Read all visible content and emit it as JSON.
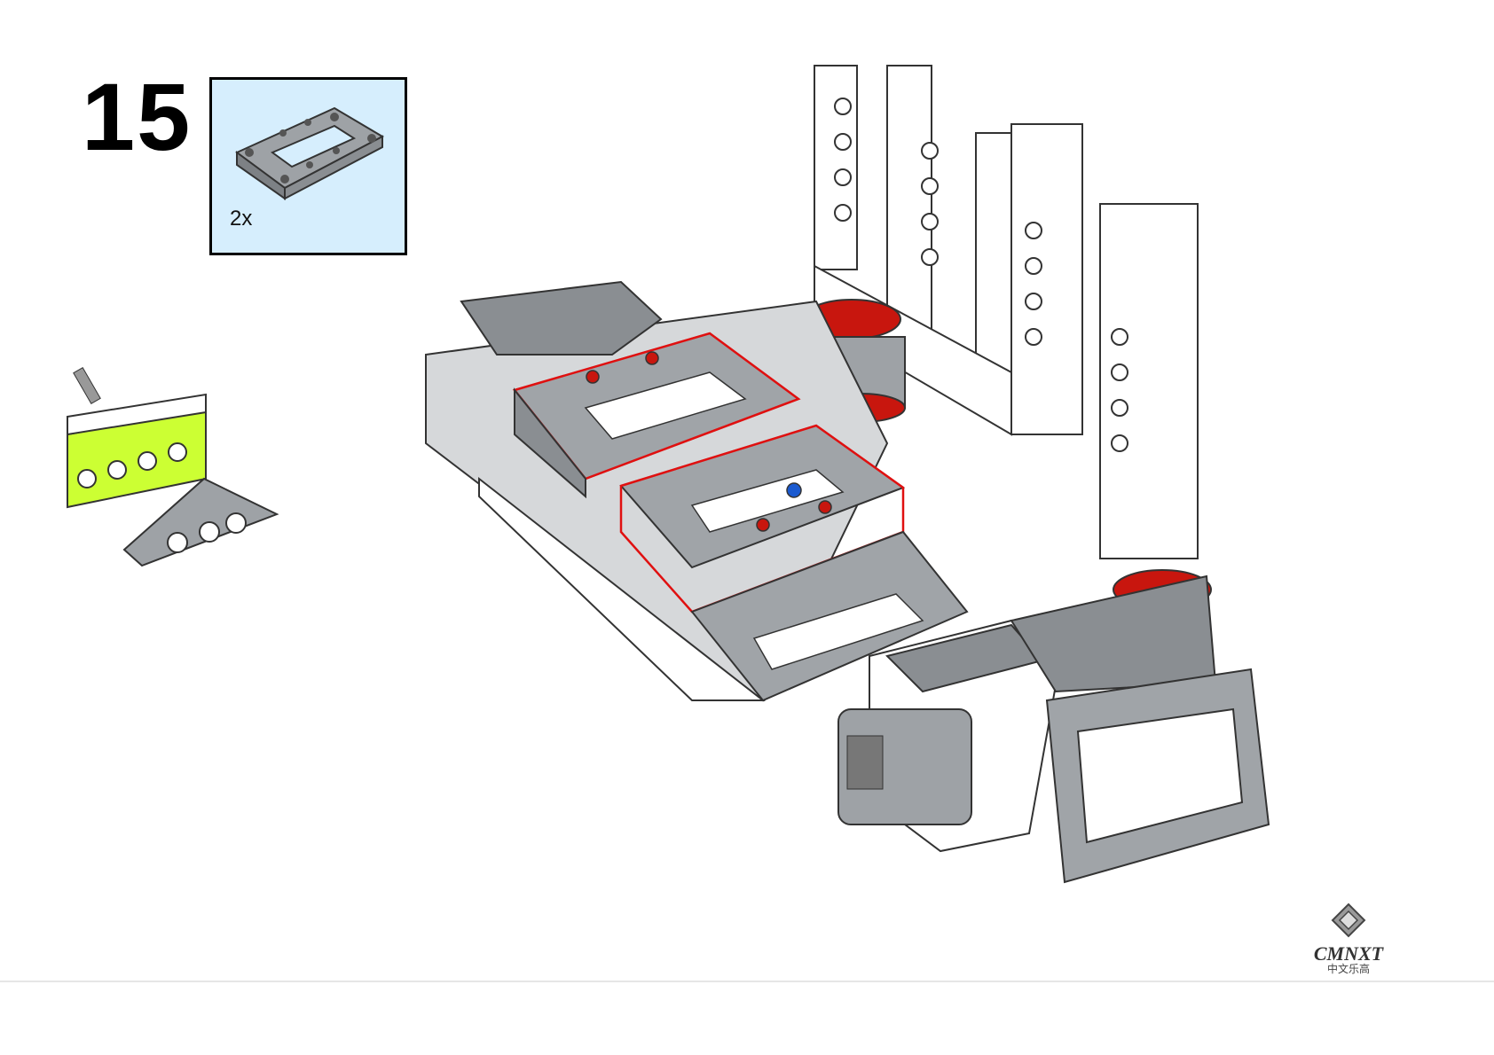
{
  "step": {
    "number": "15"
  },
  "parts_callout": {
    "quantity": "2x",
    "part": "frame-icon"
  },
  "logo": {
    "brand": "CMNXT",
    "subtitle": "中文乐高"
  },
  "colors": {
    "callout_bg": "#d6eefd",
    "highlight": "#e01010",
    "part_gray": "#a0a4a8",
    "dark_gray": "#6e7175",
    "lime": "#ccff33",
    "red_part": "#c8160e"
  }
}
